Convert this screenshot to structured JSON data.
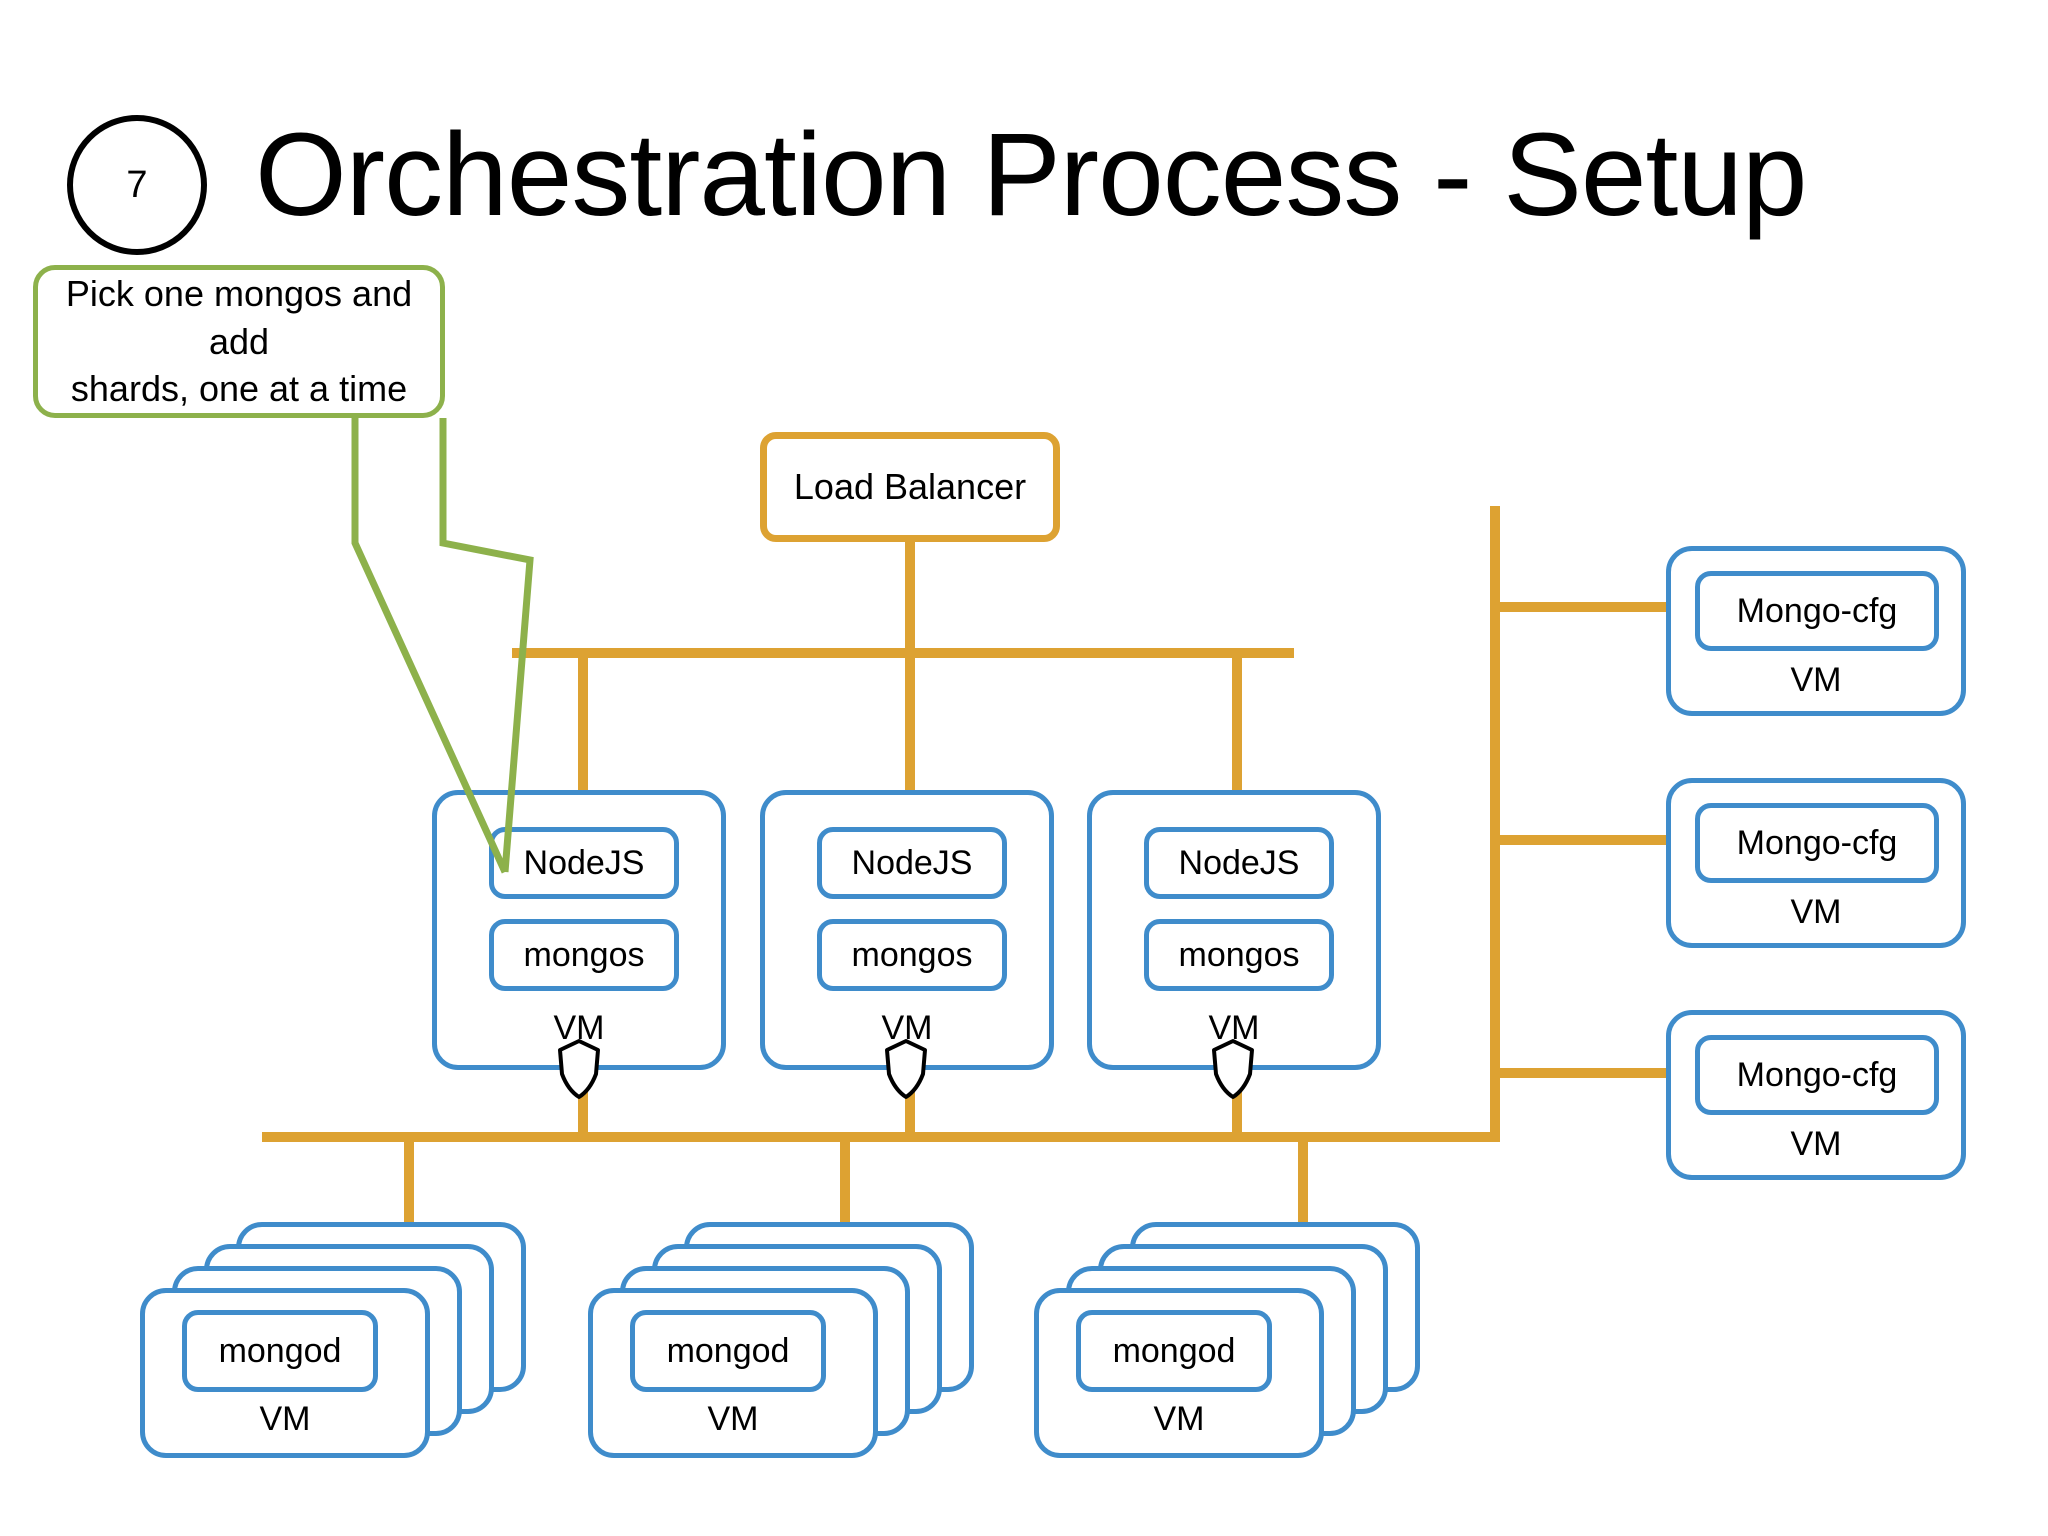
{
  "slide": {
    "number": "7",
    "title": "Orchestration Process - Setup",
    "background": "#ffffff"
  },
  "colors": {
    "vm_border_blue": "#3F8CCB",
    "wire_orange": "#DDA232",
    "callout_green": "#8DB14B",
    "text_black": "#000000"
  },
  "callout": {
    "name": "pick-one-mongos-callout",
    "line1": "Pick one mongos and add",
    "line2": "shards, one at a time",
    "points_to": "mongos in first NodeJS VM"
  },
  "load_balancer": {
    "label": "Load Balancer"
  },
  "app_vms": [
    {
      "nodejs": "NodeJS",
      "mongos": "mongos",
      "vm": "VM"
    },
    {
      "nodejs": "NodeJS",
      "mongos": "mongos",
      "vm": "VM"
    },
    {
      "nodejs": "NodeJS",
      "mongos": "mongos",
      "vm": "VM"
    }
  ],
  "config_vms": [
    {
      "label": "Mongo-cfg",
      "vm": "VM"
    },
    {
      "label": "Mongo-cfg",
      "vm": "VM"
    },
    {
      "label": "Mongo-cfg",
      "vm": "VM"
    }
  ],
  "shard_stacks": [
    {
      "label": "mongod",
      "vm": "VM",
      "copies": 4
    },
    {
      "label": "mongod",
      "vm": "VM",
      "copies": 4
    },
    {
      "label": "mongod",
      "vm": "VM",
      "copies": 4
    }
  ],
  "icons": {
    "shield": "shield-icon"
  }
}
